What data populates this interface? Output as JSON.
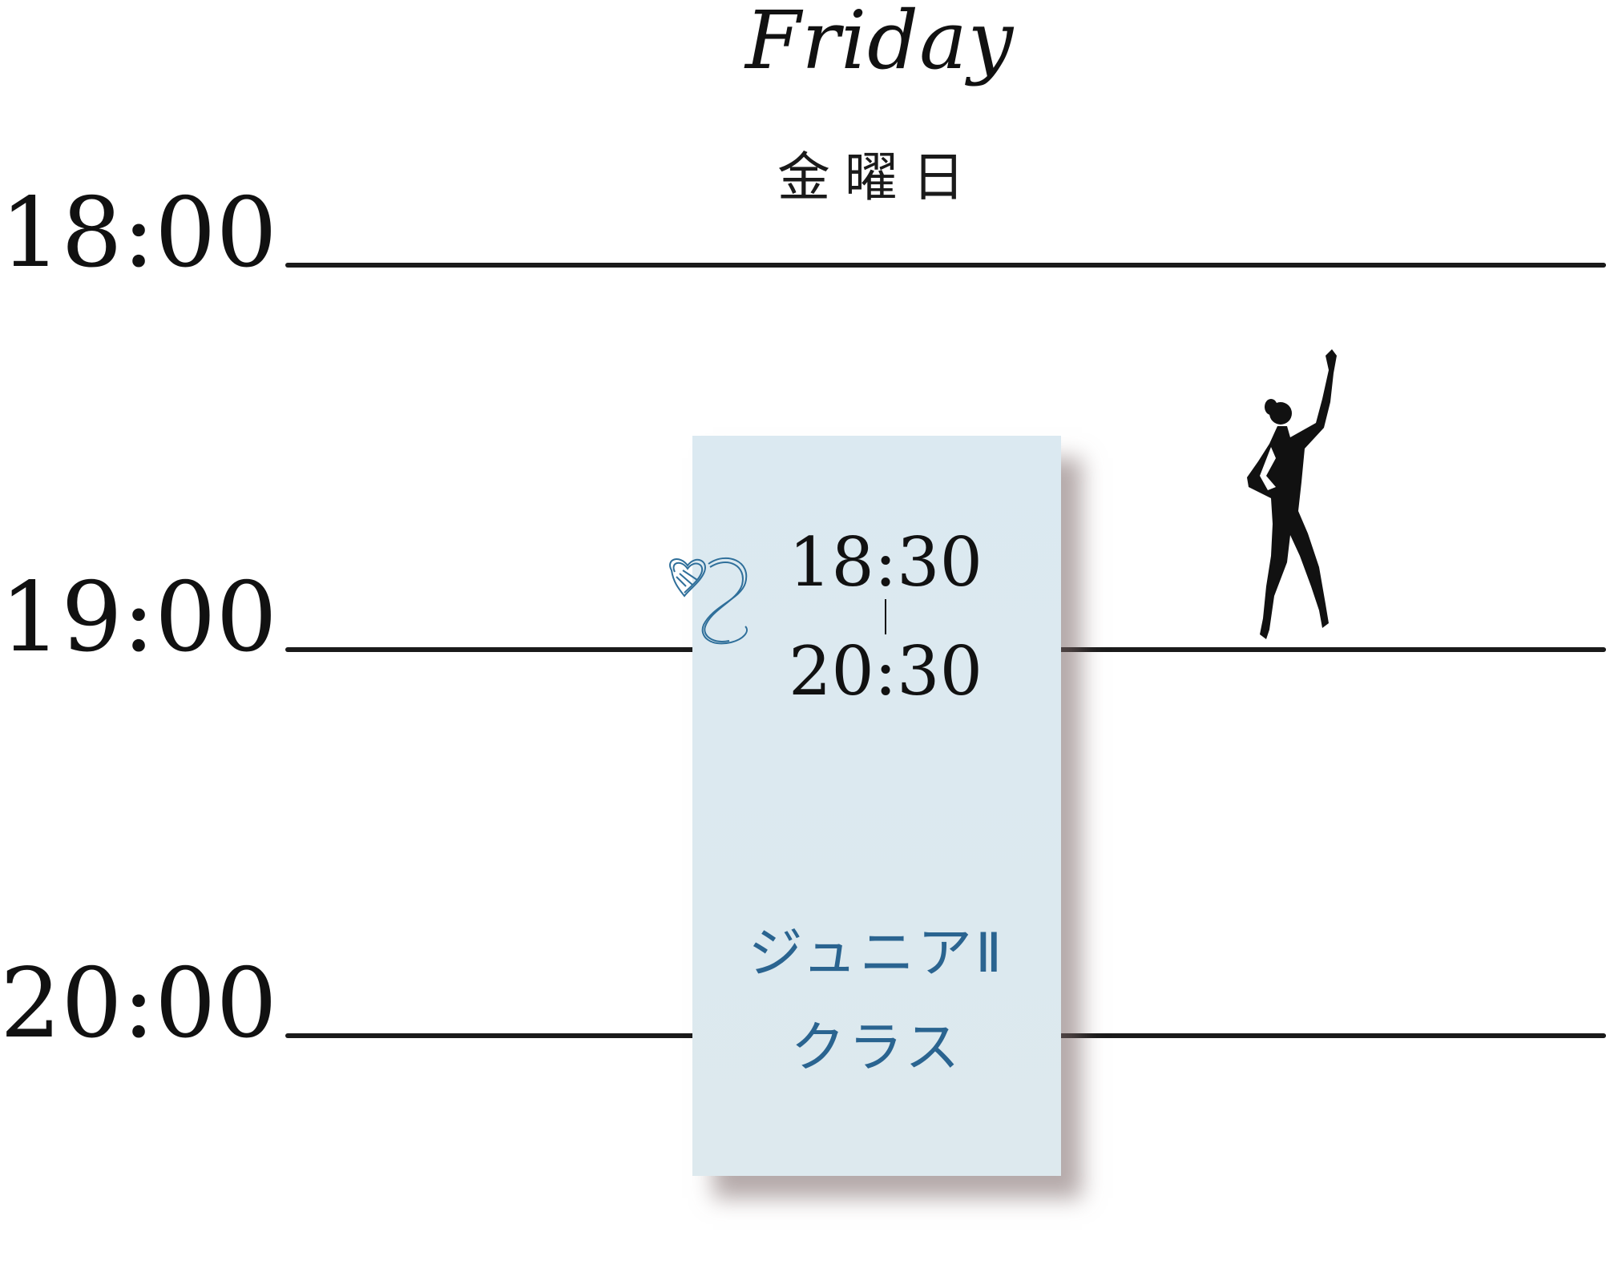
{
  "schedule": {
    "day_en": "Friday",
    "day_jp": "金曜日",
    "time_labels": [
      "18:00",
      "19:00",
      "20:00"
    ],
    "class": {
      "start": "18:30",
      "end": "20:30",
      "name_line1": "ジュニアⅡ",
      "name_line2": "クラス",
      "card_color": "#dbe9f1",
      "text_color": "#2a6490"
    },
    "icons": {
      "doodle": "scribbled-heart-icon",
      "figure": "ballet-dancer-silhouette-icon"
    }
  }
}
